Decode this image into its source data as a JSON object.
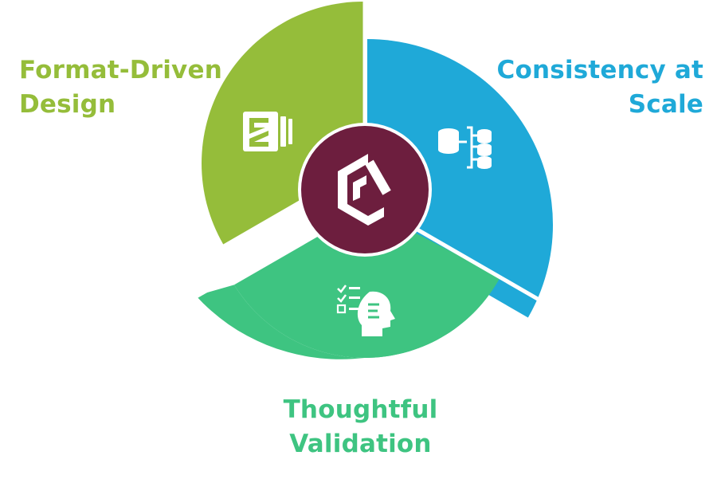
{
  "diagram": {
    "segments": [
      {
        "key": "format",
        "title_lines": [
          "Format-Driven",
          "Design"
        ],
        "color": "#95bd3a",
        "icon": "document-format-icon"
      },
      {
        "key": "consistency",
        "title_lines": [
          "Consistency at",
          "Scale"
        ],
        "color": "#1fa9d8",
        "icon": "database-hierarchy-icon"
      },
      {
        "key": "validation",
        "title_lines": [
          "Thoughtful",
          "Validation"
        ],
        "color": "#3ec481",
        "icon": "checklist-thinking-head-icon"
      }
    ],
    "center": {
      "color": "#6d1e3e",
      "icon": "ci-logo-icon"
    },
    "background": "#ffffff"
  }
}
